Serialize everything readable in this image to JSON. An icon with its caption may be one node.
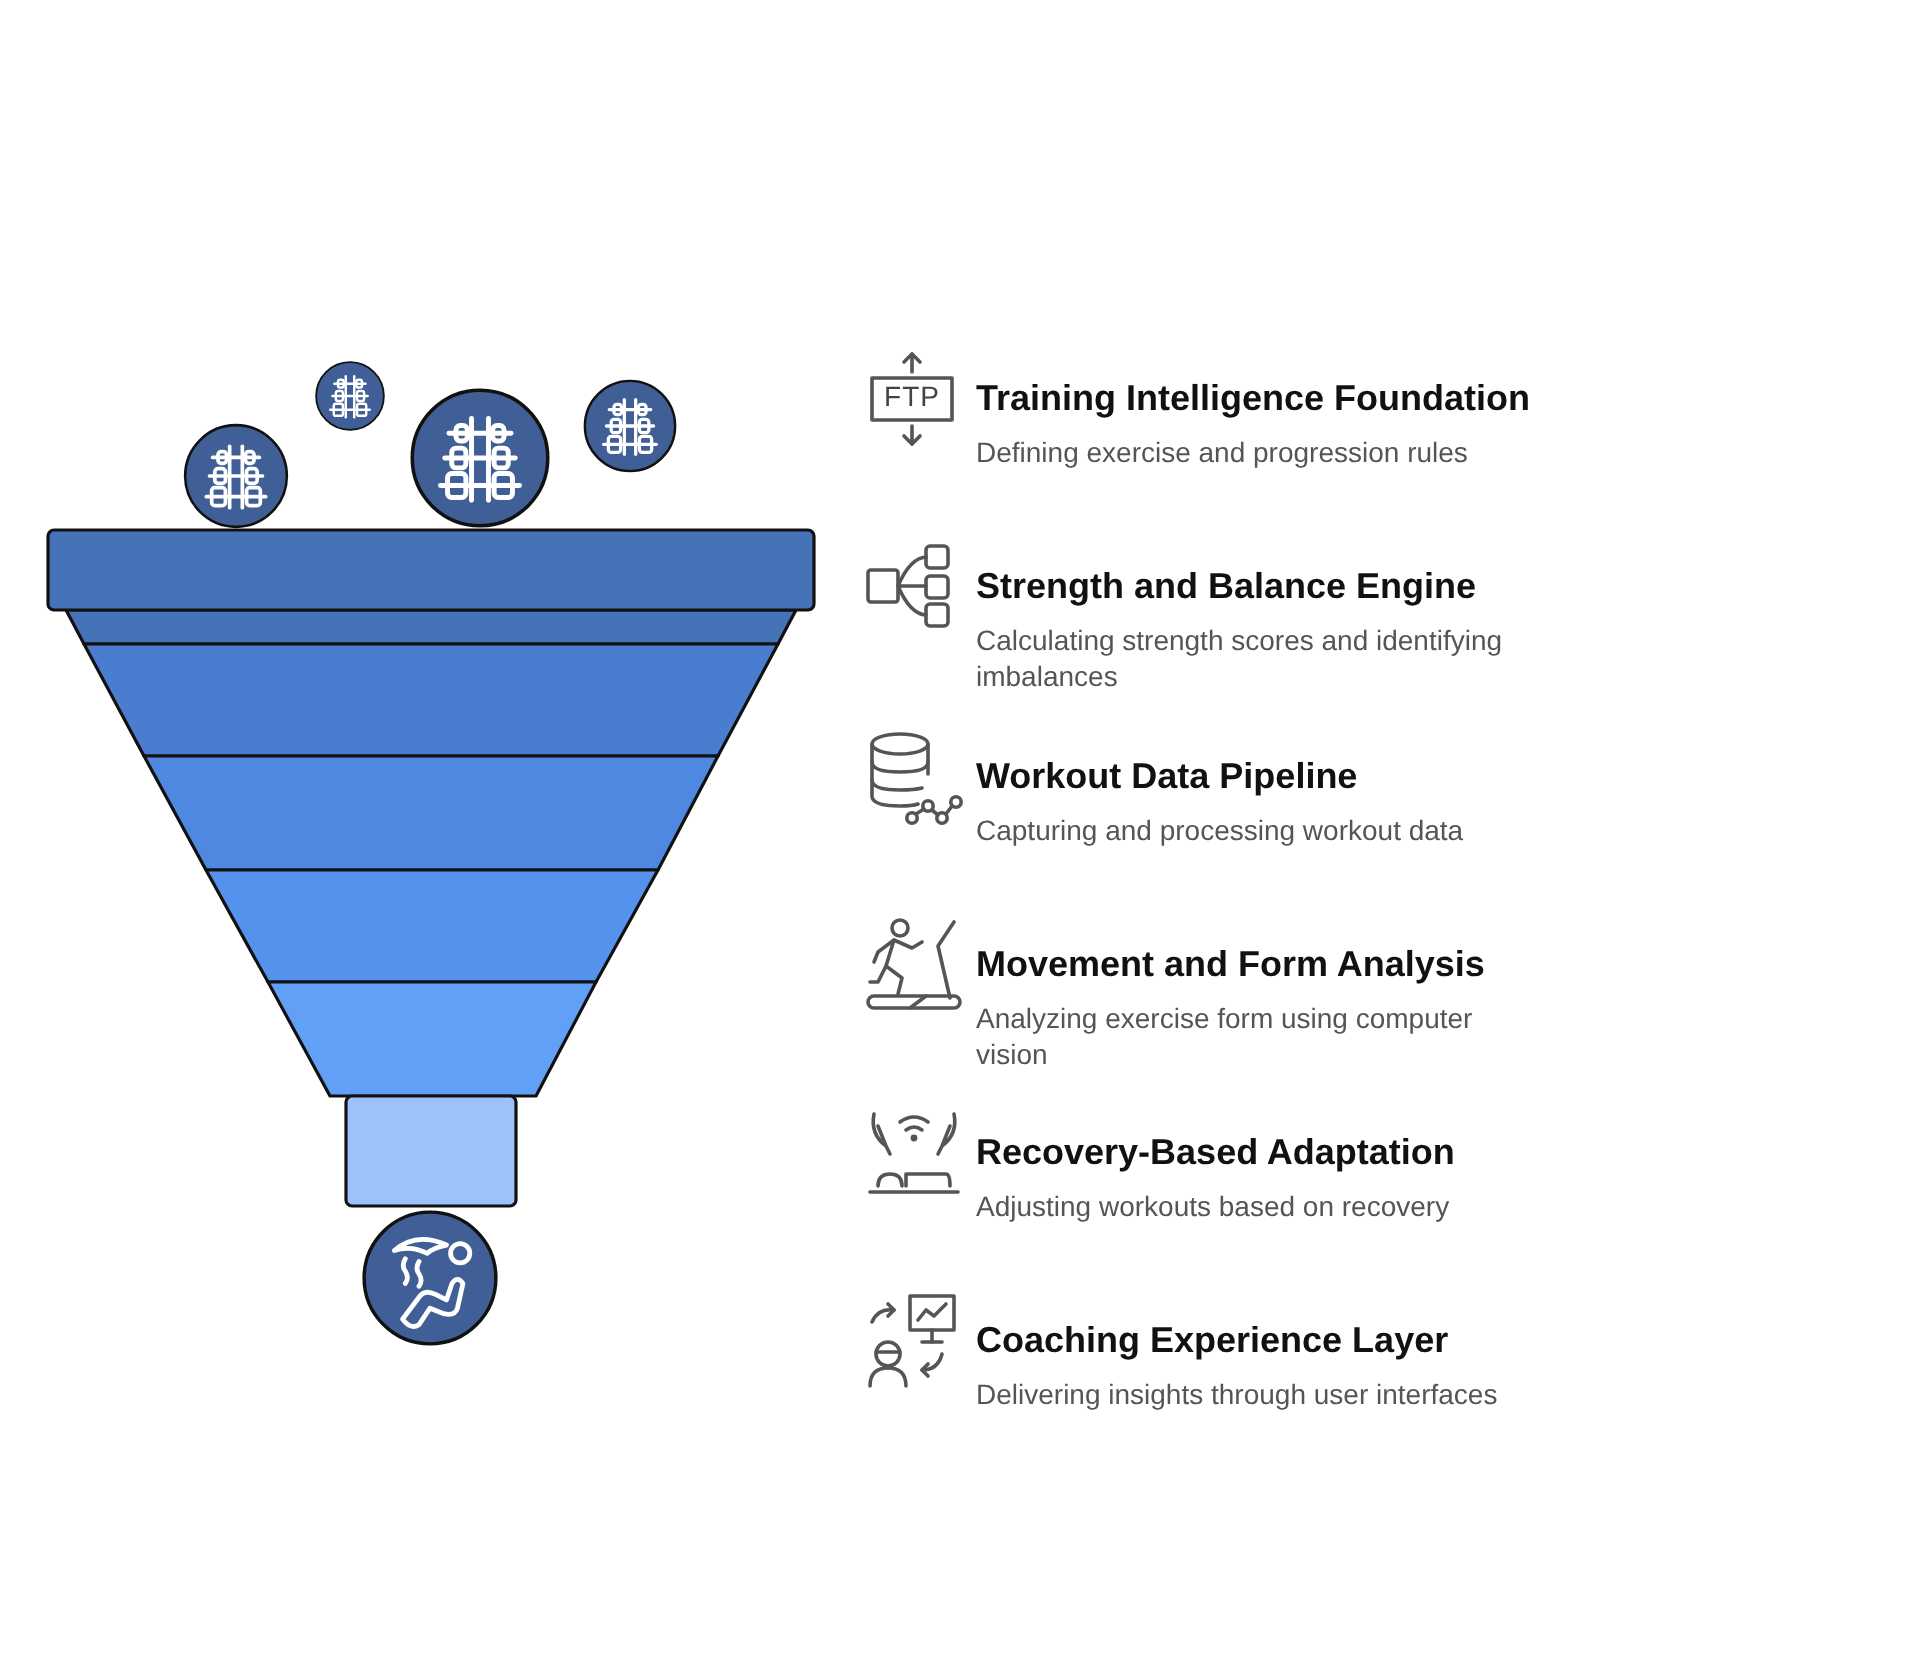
{
  "diagram": {
    "labels": [
      "FTP",
      "Training Intelligence Foundation",
      "Defining exercise and progression rules",
      "Strength and Balance Engine",
      "Calculating strength scores and identifying imbalances",
      "Workout Data Pipeline",
      "Capturing and processing workout data",
      "Movement and Form Analysis",
      "Analyzing exercise form using computer vision",
      "Recovery-Based Adaptation",
      "Adjusting workouts based on recovery",
      "Coaching Experience Layer",
      "Delivering insights through user interfaces"
    ]
  }
}
